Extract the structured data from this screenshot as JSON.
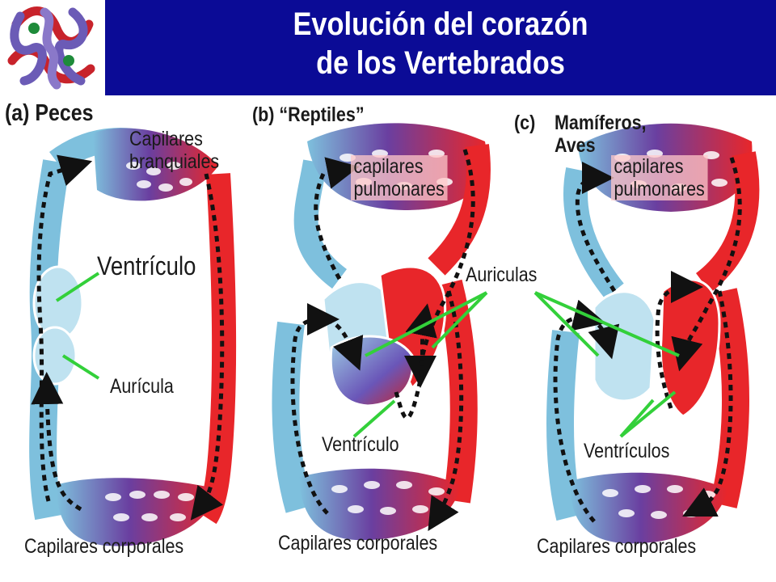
{
  "title": {
    "line1": "Evolución del corazón",
    "line2": "de los Vertebrados"
  },
  "colors": {
    "header": "#0b0b96",
    "oxygenated": "#e8262a",
    "deoxygenated": "#7ec0dd",
    "capillary_mix": "#6a3fa0",
    "pointer": "#33d03a",
    "arrow": "#111111"
  },
  "panels": {
    "a": {
      "heading": "(a) Peces",
      "gill_caps": {
        "line1": "Capilares",
        "line2": "branquiales"
      },
      "ventricle": "Ventrículo",
      "atrium": "Aurícula",
      "body_caps": "Capilares corporales"
    },
    "b": {
      "heading": "(b) “Reptiles”",
      "lung_caps": {
        "line1": "capilares",
        "line2": "pulmonares"
      },
      "ventricle": "Ventrículo",
      "body_caps": "Capilares corporales"
    },
    "c": {
      "heading_prefix": "(c)",
      "heading": {
        "line1": "Mamíferos,",
        "line2": "Aves"
      },
      "lung_caps": {
        "line1": "capilares",
        "line2": "pulmonares"
      },
      "ventricles": "Ventrículos",
      "body_caps": "Capilares corporales"
    },
    "shared": {
      "atria": "Auriculas"
    }
  },
  "logo_icon": "hemoglobin-molecule-icon"
}
